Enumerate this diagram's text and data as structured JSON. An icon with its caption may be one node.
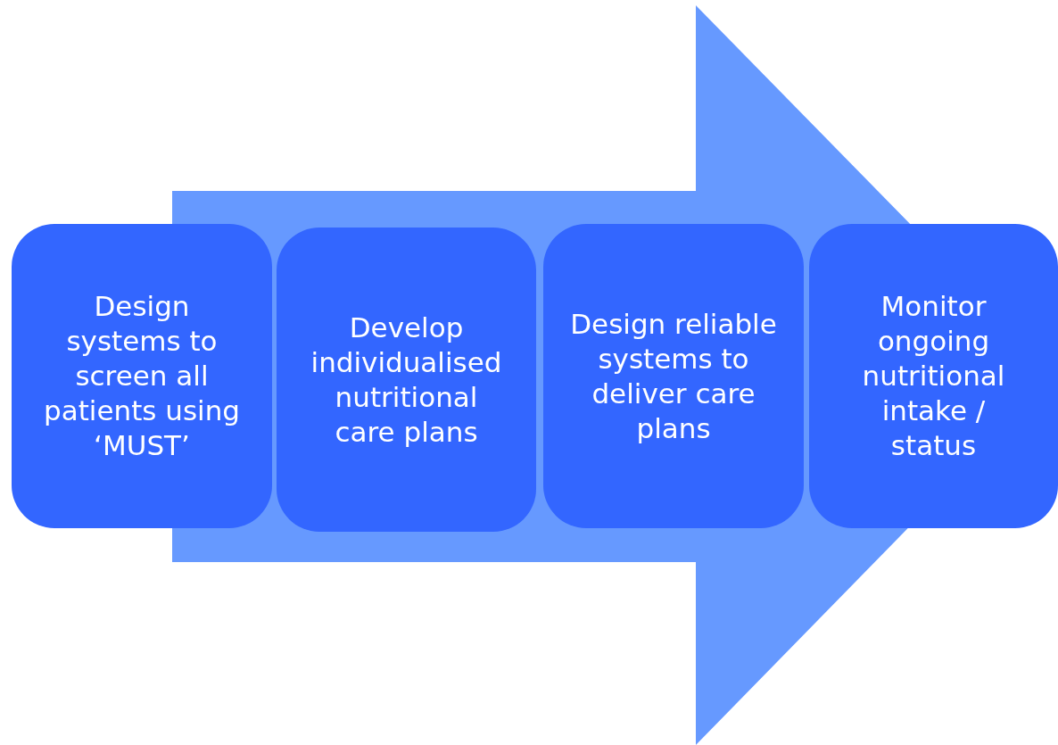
{
  "diagram": {
    "nodes": [
      {
        "text": [
          "Design systems to screen all patients using ‘MUST’"
        ]
      },
      {
        "text": [
          "Develop individualised nutritional care plans"
        ]
      },
      {
        "text": [
          "Design reliable systems to deliver care plans"
        ]
      },
      {
        "text": [
          "Monitor ongoing nutritional intake / status"
        ]
      }
    ],
    "edges": [
      {
        "from": 0,
        "to": 3,
        "arrow": "to"
      }
    ]
  }
}
